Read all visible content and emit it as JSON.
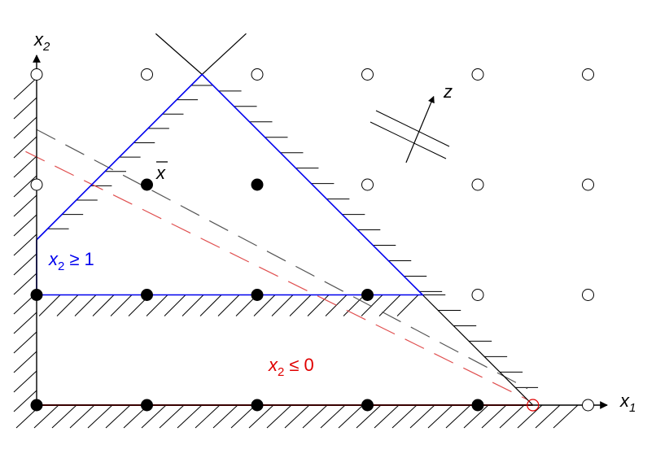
{
  "labels": {
    "x1": {
      "main": "x",
      "sub": "1"
    },
    "x2": {
      "main": "x",
      "sub": "2"
    },
    "z": "z",
    "xbar": "x",
    "constraint_blue": {
      "var": "x",
      "sub": "2",
      "rel": "≥ 1"
    },
    "constraint_red": {
      "var": "x",
      "sub": "2",
      "rel": "≤ 0"
    }
  },
  "colors": {
    "axis": "#000000",
    "hatch": "#000000",
    "blue": "#0000ee",
    "red": "#e00000",
    "gray_dash": "#555555",
    "red_dash": "#e05050"
  },
  "lattice": {
    "filled": [
      [
        0,
        0
      ],
      [
        1,
        0
      ],
      [
        2,
        0
      ],
      [
        3,
        0
      ],
      [
        4,
        0
      ],
      [
        0,
        1
      ],
      [
        1,
        1
      ],
      [
        2,
        1
      ],
      [
        3,
        1
      ],
      [
        1,
        2
      ],
      [
        2,
        2
      ]
    ],
    "open": [
      [
        0,
        3
      ],
      [
        1,
        3
      ],
      [
        2,
        3
      ],
      [
        3,
        3
      ],
      [
        4,
        3
      ],
      [
        5,
        3
      ],
      [
        0,
        2
      ],
      [
        3,
        2
      ],
      [
        4,
        2
      ],
      [
        5,
        2
      ],
      [
        4,
        1
      ],
      [
        5,
        1
      ],
      [
        5,
        0
      ]
    ],
    "red_open": [
      [
        4.5,
        0
      ]
    ]
  },
  "polytope": {
    "blue_region": [
      [
        0,
        1.5
      ],
      [
        1.5,
        3
      ],
      [
        3.5,
        1
      ],
      [
        0,
        1
      ]
    ],
    "red_segment": [
      [
        0,
        0
      ],
      [
        4.5,
        0
      ]
    ]
  },
  "direction_arrow": {
    "from": [
      3.35,
      2.2
    ],
    "to": [
      3.6,
      2.8
    ]
  }
}
